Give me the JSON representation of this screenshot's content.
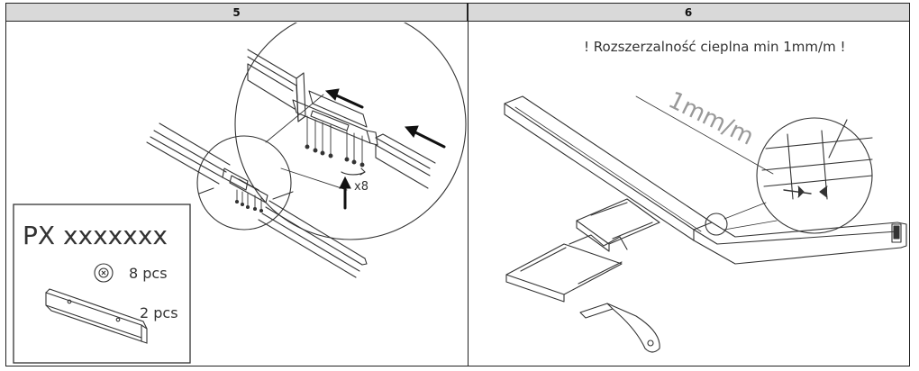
{
  "steps": [
    {
      "number": "5"
    },
    {
      "number": "6"
    }
  ],
  "step5": {
    "part_code": "PX xxxxxxx",
    "screw_qty": "8 pcs",
    "connector_qty": "2 pcs",
    "screw_multiplier": "x8"
  },
  "step6": {
    "warning": "! Rozszerzalność cieplna min 1mm/m !",
    "expansion_label": "1mm/m"
  }
}
